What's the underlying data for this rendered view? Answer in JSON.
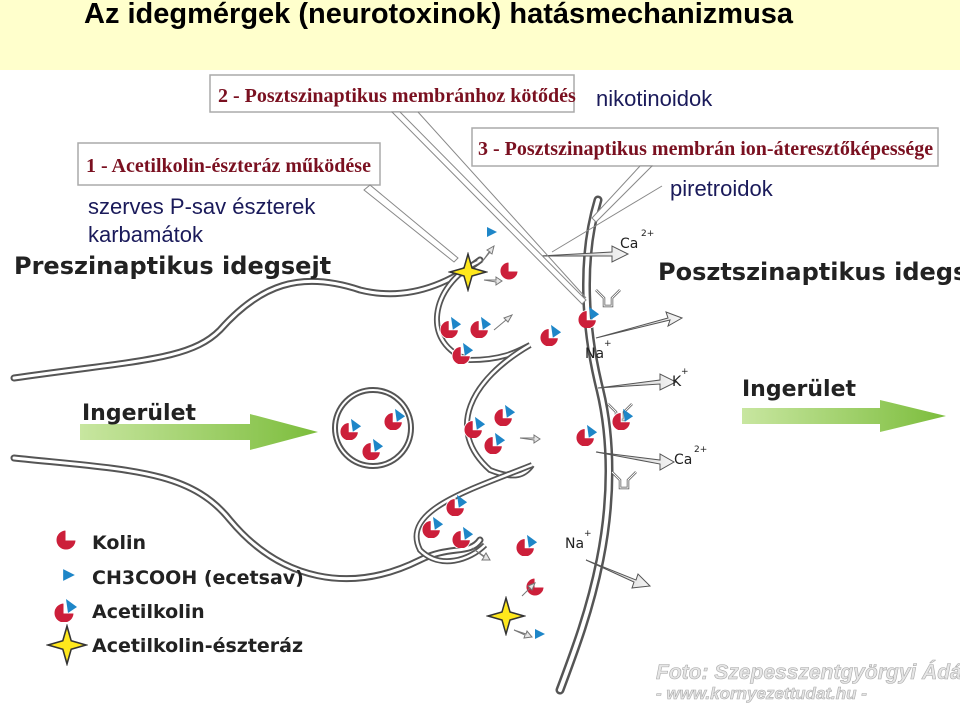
{
  "title": "Az idegmérgek (neurotoxinok) hatásmechanizmusa",
  "callouts": {
    "box1": "1 - Acetilkolin-észteráz működése",
    "box2": "2 - Posztszinaptikus membránhoz kötődés",
    "box3": "3 - Posztszinaptikus membrán ion-áteresztőképessége"
  },
  "toxins": {
    "organophosphates": "szerves P-sav észterek",
    "carbamates": "karbamátok",
    "neonicotinoids": "nikotinoidok",
    "pyrethroids": "piretroidok"
  },
  "labels": {
    "presynaptic": "Preszinaptikus idegsejt",
    "postsynaptic": "Posztszinaptikus idegsejt",
    "impulse_left": "Ingerület",
    "impulse_right": "Ingerület"
  },
  "ions": {
    "ca_top": "Ca",
    "ca_top_charge": "2+",
    "na_1": "Na",
    "na_1_charge": "+",
    "k": "K",
    "k_charge": "+",
    "ca_mid": "Ca",
    "ca_mid_charge": "2+",
    "na_2": "Na",
    "na_2_charge": "+"
  },
  "legend": {
    "choline": "Kolin",
    "acetic_acid": "CH3COOH (ecetsav)",
    "acetylcholine": "Acetilkolin",
    "esterase": "Acetilkolin-észteráz"
  },
  "watermark": {
    "line1": "Foto: Szepesszentgyörgyi Ádám",
    "line2": "- www.kornyezettudat.hu -"
  },
  "colors": {
    "title_bg": "#ffffcc",
    "toxin_text": "#1a1a5a",
    "choline": "#cc1f3a",
    "acetic_acid": "#1e86c8",
    "esterase": "#ffe81c",
    "impulse_arrow": "#8ec64a",
    "membrane": "#555555"
  }
}
